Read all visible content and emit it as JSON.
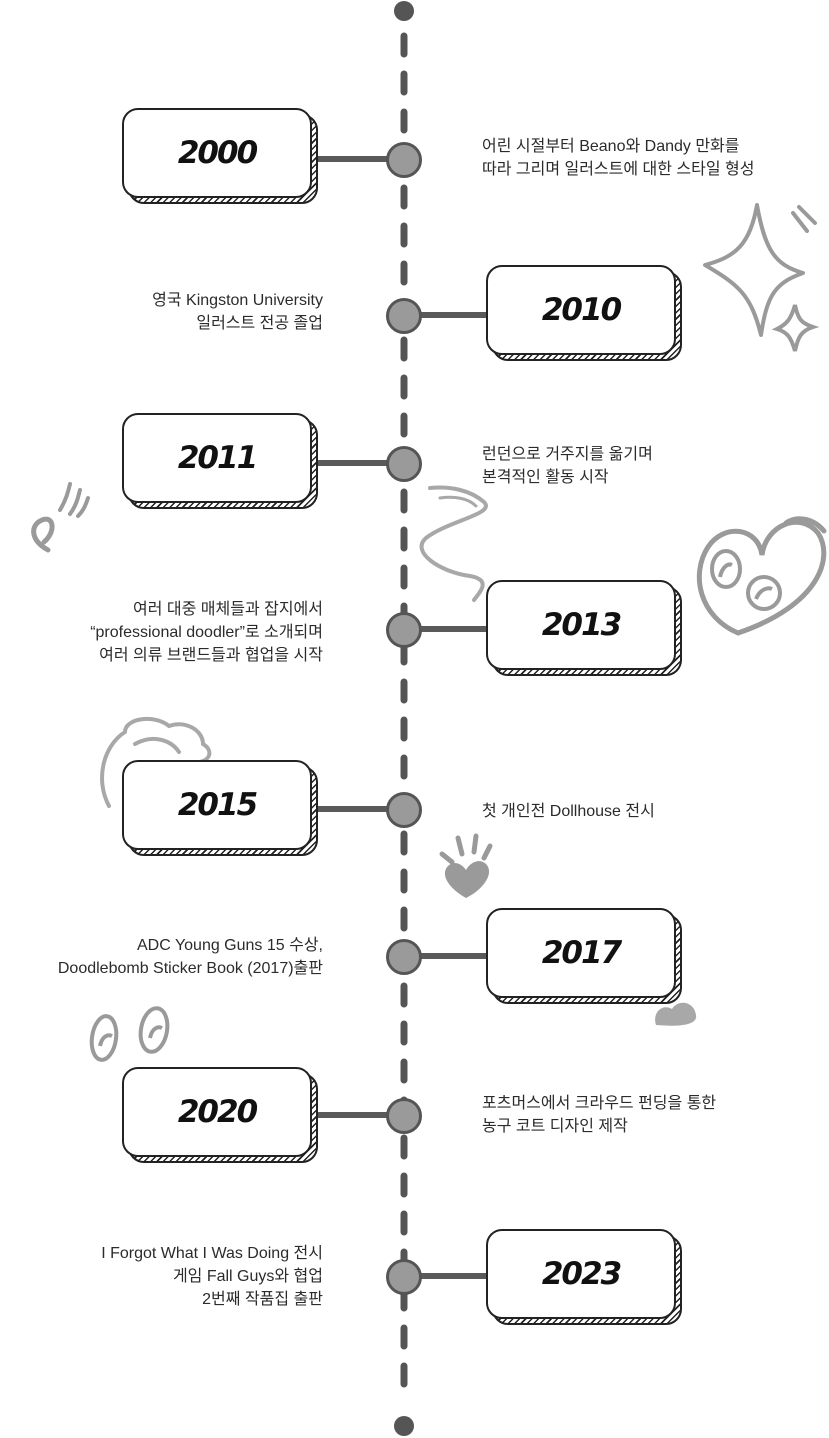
{
  "timeline": [
    {
      "year": "2000",
      "side": "left",
      "lines": [
        "어린 시절부터 Beano와 Dandy 만화를",
        "따라 그리며 일러스트에 대한 스타일 형성"
      ]
    },
    {
      "year": "2010",
      "side": "right",
      "lines": [
        "영국 Kingston University",
        "일러스트 전공 졸업"
      ]
    },
    {
      "year": "2011",
      "side": "left",
      "lines": [
        "런던으로 거주지를 옮기며",
        "본격적인 활동 시작"
      ]
    },
    {
      "year": "2013",
      "side": "right",
      "lines": [
        "여러 대중 매체들과 잡지에서",
        "“professional doodler”로 소개되며",
        "여러 의류 브랜드들과 협업을 시작"
      ]
    },
    {
      "year": "2015",
      "side": "left",
      "lines": [
        "첫 개인전 Dollhouse 전시"
      ]
    },
    {
      "year": "2017",
      "side": "right",
      "lines": [
        "ADC Young Guns 15 수상,",
        "Doodlebomb Sticker Book (2017)출판"
      ]
    },
    {
      "year": "2020",
      "side": "left",
      "lines": [
        "포츠머스에서 크라우드 펀딩을 통한",
        "농구 코트 디자인 제작"
      ]
    },
    {
      "year": "2023",
      "side": "right",
      "lines": [
        "I Forgot What I Was Doing 전시",
        "게임 Fall Guys와 협업",
        "2번째 작품집 출판"
      ]
    }
  ],
  "colors": {
    "axis": "#555555",
    "node_fill": "#9a9a9a",
    "card_border": "#222222",
    "doodle": "#a8a8a8"
  },
  "icons": [
    "sparkle-doodle",
    "squiggle-doodle",
    "heart-eyes-doodle",
    "cloud-doodle",
    "splat-heart-doodle",
    "eyes-doodle"
  ]
}
